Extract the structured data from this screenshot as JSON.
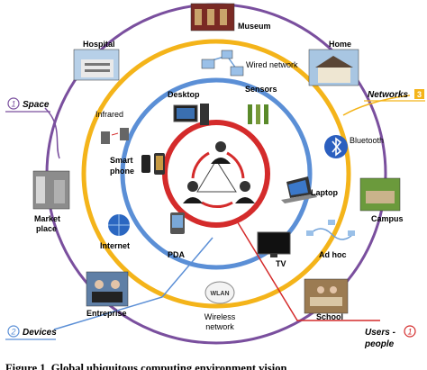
{
  "places": {
    "museum": "Museum",
    "hospital": "Hospital",
    "home": "Home",
    "campus": "Campus",
    "school": "School",
    "enterprise": "Entreprise",
    "market_line1": "Market",
    "market_line2": "place"
  },
  "devices": {
    "wired_network": "Wired network",
    "desktop": "Desktop",
    "sensors": "Sensors",
    "infrared": "Infrared",
    "bluetooth": "Bluetooth",
    "smart_line1": "Smart",
    "smart_line2": "phone",
    "laptop": "Laptop",
    "internet": "Internet",
    "pda": "PDA",
    "tv": "TV",
    "adhoc": "Ad hoc",
    "wireless_line1": "Wireless",
    "wireless_line2": "network",
    "wlan": "WLAN"
  },
  "legend": {
    "space_num": "1",
    "space": "Space",
    "networks": "Networks",
    "networks_num": "3",
    "devices_num": "2",
    "devices": "Devices",
    "users_line1": "Users -",
    "users_num": "1",
    "users_line2": "people"
  },
  "caption": "Figure 1. Global ubiquitous computing environment vision",
  "colors": {
    "outer_ring": "#7a4f9e",
    "yellow_ring": "#f4b41a",
    "blue_ring": "#5b8fd6",
    "red_ring": "#d42b2b",
    "space_line": "#7a4f9e",
    "networks_line": "#f4b41a",
    "devices_line": "#5b8fd6",
    "users_line": "#d42b2b"
  }
}
